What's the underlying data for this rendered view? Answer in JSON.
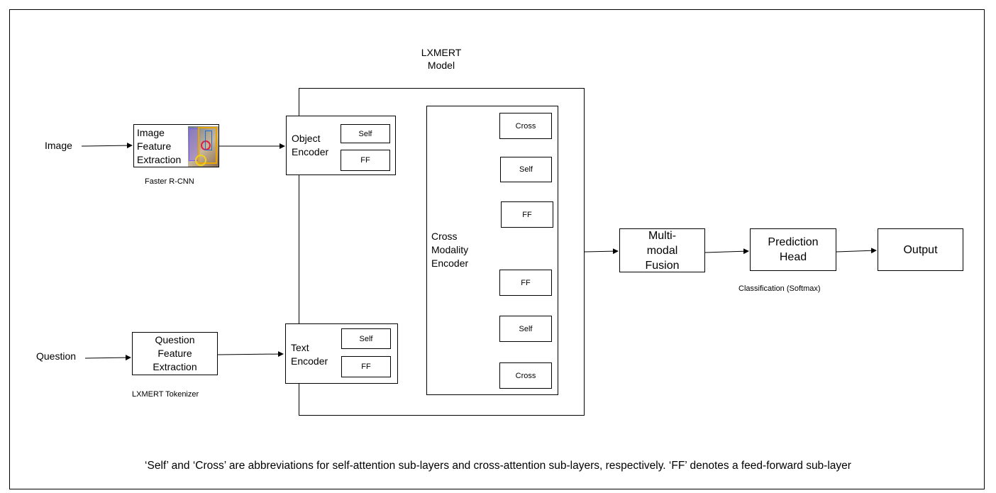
{
  "title": "LXMERT\nModel",
  "inputs": {
    "image": "Image",
    "question": "Question"
  },
  "image_extractor": {
    "label": "Image\nFeature\nExtraction",
    "caption": "Faster R-CNN"
  },
  "question_extractor": {
    "label": "Question\nFeature\nExtraction",
    "caption": "LXMERT Tokenizer"
  },
  "object_encoder": {
    "label": "Object\nEncoder",
    "sub": [
      "Self",
      "FF"
    ]
  },
  "text_encoder": {
    "label": "Text\nEncoder",
    "sub": [
      "Self",
      "FF"
    ]
  },
  "cross_encoder": {
    "label": "Cross\nModality\nEncoder",
    "sub": [
      "Cross",
      "Self",
      "FF",
      "FF",
      "Self",
      "Cross"
    ]
  },
  "fusion": {
    "label": "Multi-\nmodal\nFusion"
  },
  "prediction": {
    "label": "Prediction\nHead",
    "caption": "Classification (Softmax)"
  },
  "output": {
    "label": "Output"
  },
  "footnote": "‘Self’ and ‘Cross’ are abbreviations for self-attention sub-layers and cross-attention sub-layers, respectively. ‘FF’ denotes a feed-forward sub-layer"
}
